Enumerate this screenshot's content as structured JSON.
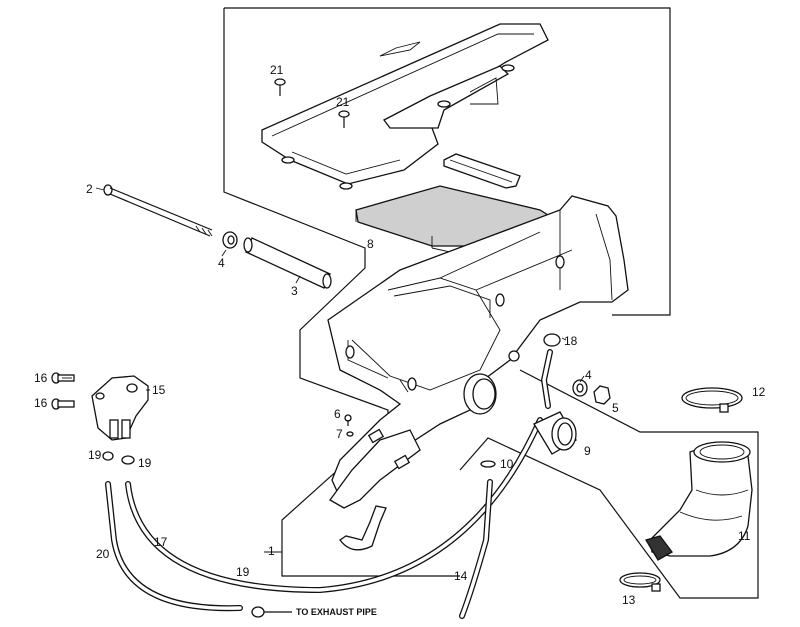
{
  "labels": {
    "p1": "1",
    "p2": "2",
    "p3": "3",
    "p4a": "4",
    "p4b": "4",
    "p5": "5",
    "p6": "6",
    "p7": "7",
    "p8": "8",
    "p9": "9",
    "p10": "10",
    "p11": "11",
    "p12": "12",
    "p13": "13",
    "p14": "14",
    "p15": "15",
    "p16a": "16",
    "p16b": "16",
    "p17": "17",
    "p18": "18",
    "p19a": "19",
    "p19b": "19",
    "p19c": "19",
    "p20": "20",
    "p21a": "21",
    "p21b": "21"
  },
  "note": "TO EXHAUST PIPE"
}
